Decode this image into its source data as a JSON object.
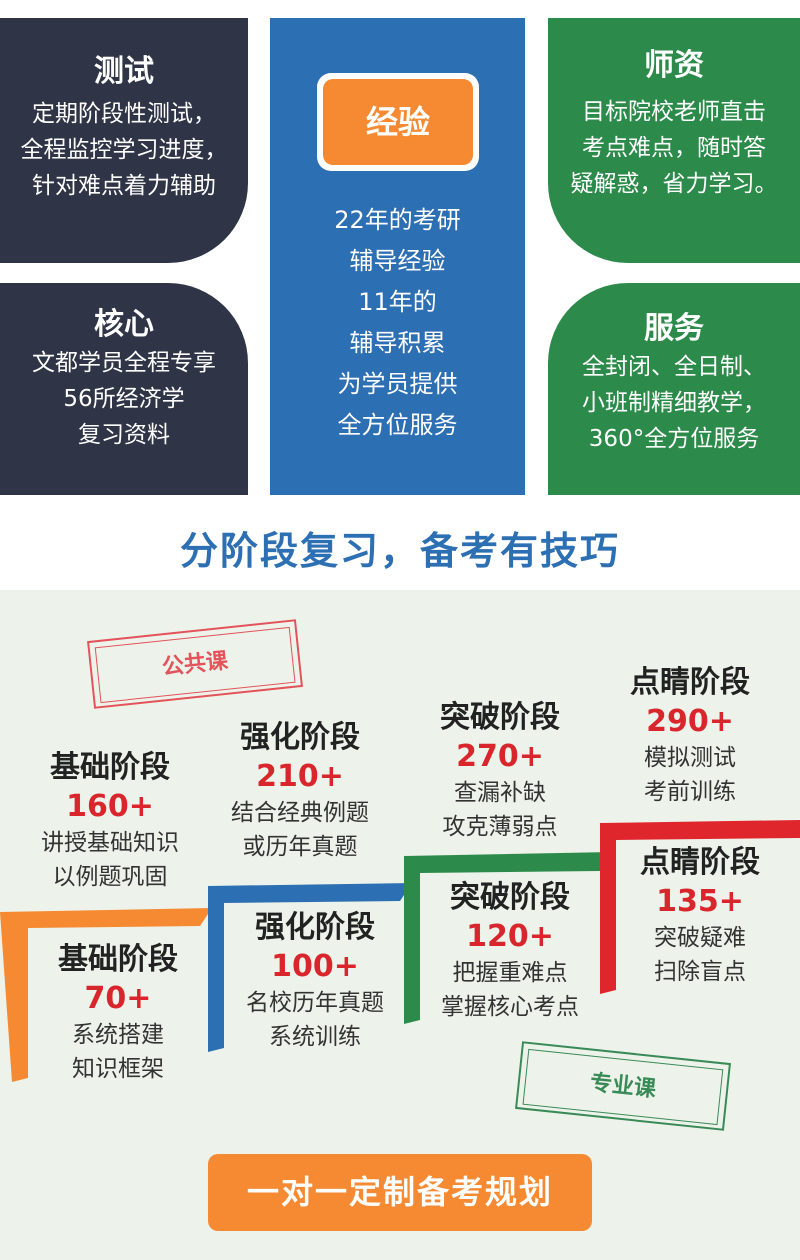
{
  "features": {
    "test": {
      "title": "测试",
      "lines": [
        "定期阶段性测试，",
        "全程监控学习进度，",
        "针对难点着力辅助"
      ]
    },
    "core": {
      "title": "核心",
      "lines": [
        "文都学员全程专享",
        "56所经济学",
        "复习资料"
      ]
    },
    "experience": {
      "title": "经验",
      "lines": [
        "22年的考研",
        "辅导经验",
        "11年的",
        "辅导积累",
        "为学员提供",
        "全方位服务"
      ]
    },
    "teacher": {
      "title": "师资",
      "lines": [
        "目标院校老师直击",
        "考点难点，随时答",
        "疑解惑，省力学习。"
      ]
    },
    "service": {
      "title": "服务",
      "lines": [
        "全封闭、全日制、",
        "小班制精细教学，",
        "360°全方位服务"
      ]
    }
  },
  "headline": "分阶段复习，备考有技巧",
  "stamps": {
    "public": "公共课",
    "major": "专业课"
  },
  "public_stages": [
    {
      "title": "基础阶段",
      "hours": "160+",
      "desc": [
        "讲授基础知识",
        "以例题巩固"
      ]
    },
    {
      "title": "强化阶段",
      "hours": "210+",
      "desc": [
        "结合经典例题",
        "或历年真题"
      ]
    },
    {
      "title": "突破阶段",
      "hours": "270+",
      "desc": [
        "查漏补缺",
        "攻克薄弱点"
      ]
    },
    {
      "title": "点睛阶段",
      "hours": "290+",
      "desc": [
        "模拟测试",
        "考前训练"
      ]
    }
  ],
  "major_stages": [
    {
      "title": "基础阶段",
      "hours": "70+",
      "desc": [
        "系统搭建",
        "知识框架"
      ]
    },
    {
      "title": "强化阶段",
      "hours": "100+",
      "desc": [
        "名校历年真题",
        "系统训练"
      ]
    },
    {
      "title": "突破阶段",
      "hours": "120+",
      "desc": [
        "把握重难点",
        "掌握核心考点"
      ]
    },
    {
      "title": "点睛阶段",
      "hours": "135+",
      "desc": [
        "突破疑难",
        "扫除盲点"
      ]
    }
  ],
  "cta": "一对一定制备考规划",
  "colors": {
    "navy": "#2f3546",
    "blue": "#2d6fb3",
    "green": "#2c8b4a",
    "orange": "#f58a32",
    "red": "#d9262c",
    "bg_light": "#edf3ea"
  }
}
